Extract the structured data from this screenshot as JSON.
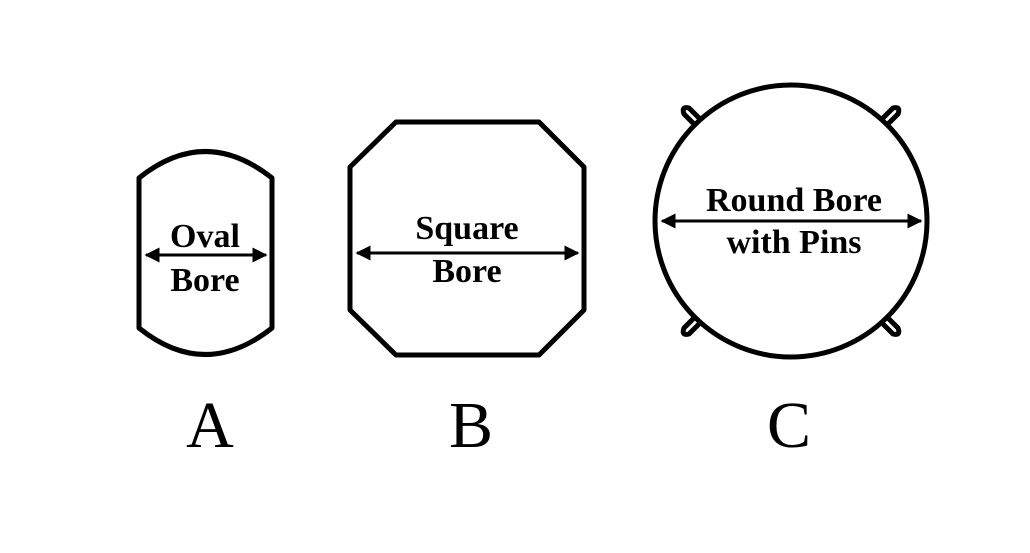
{
  "figures": [
    {
      "id": "A",
      "letter": "A",
      "label_lines": [
        "Oval",
        "Bore"
      ]
    },
    {
      "id": "B",
      "letter": "B",
      "label_lines": [
        "Square",
        "Bore"
      ]
    },
    {
      "id": "C",
      "letter": "C",
      "label_lines": [
        "Round Bore",
        "with Pins"
      ]
    }
  ],
  "colors": {
    "stroke": "#000000",
    "background": "#ffffff"
  }
}
